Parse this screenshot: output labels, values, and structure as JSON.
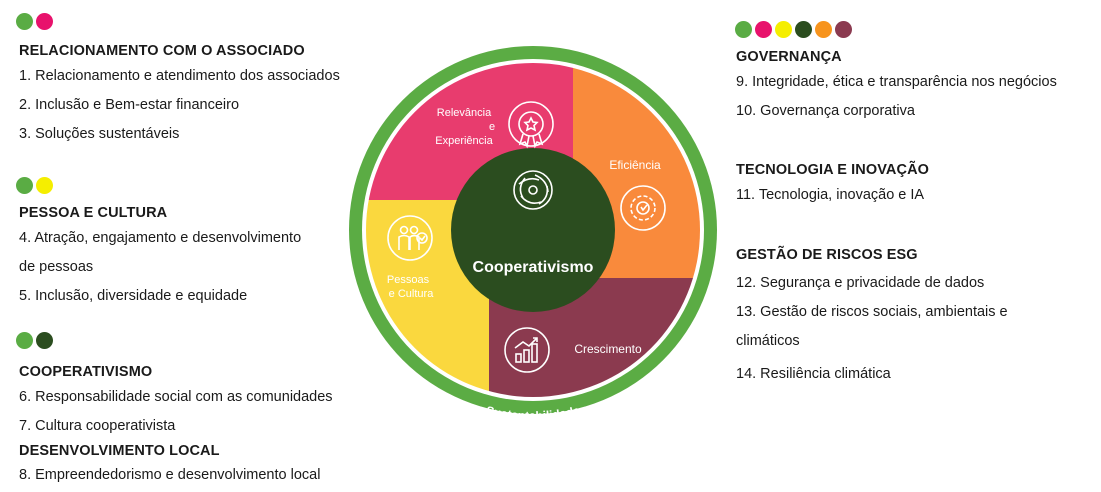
{
  "colors": {
    "green": "#5aac44",
    "pink": "#e8126c",
    "yellow": "#f5ee00",
    "dark_green": "#2b4d1f",
    "orange": "#f7941d",
    "wine": "#8b3a50",
    "seg_relevancia": "#e83c6e",
    "seg_eficiencia": "#f98a3c",
    "seg_crescimento": "#8b3a4f",
    "seg_pessoas": "#fad83e",
    "ring": "#5bac44",
    "core": "#2b4d1f"
  },
  "left": {
    "relacionamento": {
      "dots": [
        "green",
        "pink"
      ],
      "title": "RELACIONAMENTO COM O ASSOCIADO",
      "items": [
        "1. Relacionamento e atendimento dos associados",
        "2. Inclusão e Bem-estar financeiro",
        "3. Soluções sustentáveis"
      ]
    },
    "pessoa": {
      "dots": [
        "green",
        "yellow"
      ],
      "title": "PESSOA E CULTURA",
      "items": [
        "4. Atração, engajamento e desenvolvimento",
        "de pessoas",
        "5. Inclusão, diversidade e equidade"
      ]
    },
    "cooperativismo": {
      "dots": [
        "green",
        "dark_green"
      ],
      "title": "COOPERATIVISMO",
      "items": [
        "6. Responsabilidade social com as comunidades",
        "7. Cultura cooperativista"
      ]
    },
    "desenvolvimento": {
      "title": "DESENVOLVIMENTO LOCAL",
      "items": [
        "8. Empreendedorismo e desenvolvimento local"
      ]
    }
  },
  "right": {
    "governanca": {
      "dots": [
        "green",
        "pink",
        "yellow",
        "dark_green",
        "orange",
        "wine"
      ],
      "title": "GOVERNANÇA",
      "items": [
        "9. Integridade, ética e transparência nos negócios",
        "10. Governança corporativa"
      ]
    },
    "tecnologia": {
      "title": "TECNOLOGIA E INOVAÇÃO",
      "items": [
        "11. Tecnologia, inovação e IA"
      ]
    },
    "riscos": {
      "title": "GESTÃO DE RISCOS ESG",
      "items": [
        "12. Segurança e privacidade de dados",
        "13. Gestão de riscos sociais, ambientais e",
        "climáticos",
        "14. Resiliência climática"
      ]
    }
  },
  "wheel": {
    "center": "Cooperativismo",
    "ring": "Sustentabilidade",
    "relevancia": [
      "Relevância",
      "e",
      "Experiência"
    ],
    "eficiencia": "Eficiência",
    "crescimento": "Crescimento",
    "pessoas": [
      "Pessoas",
      "e Cultura"
    ]
  },
  "icons": {
    "relevancia": "award-badge-icon",
    "eficiencia": "gear-icon",
    "crescimento": "growth-chart-icon",
    "pessoas": "people-icon",
    "center": "spiral-icon"
  }
}
